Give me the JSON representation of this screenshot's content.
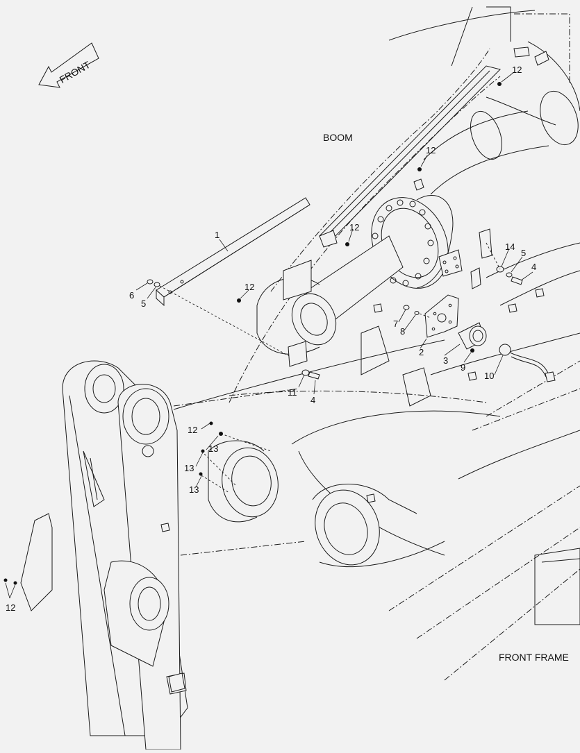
{
  "diagram": {
    "front_arrow_label": "FRONT",
    "boom_label": "BOOM",
    "front_frame_label": "FRONT FRAME",
    "callouts": {
      "c1": "1",
      "c2": "2",
      "c3": "3",
      "c4a": "4",
      "c4b": "4",
      "c5a": "5",
      "c5b": "5",
      "c6": "6",
      "c7": "7",
      "c8": "8",
      "c9": "9",
      "c10": "10",
      "c11": "11",
      "c12a": "12",
      "c12b": "12",
      "c12c": "12",
      "c12d": "12",
      "c12e": "12",
      "c12f": "12",
      "c13a": "13",
      "c13b": "13",
      "c14": "14"
    }
  }
}
